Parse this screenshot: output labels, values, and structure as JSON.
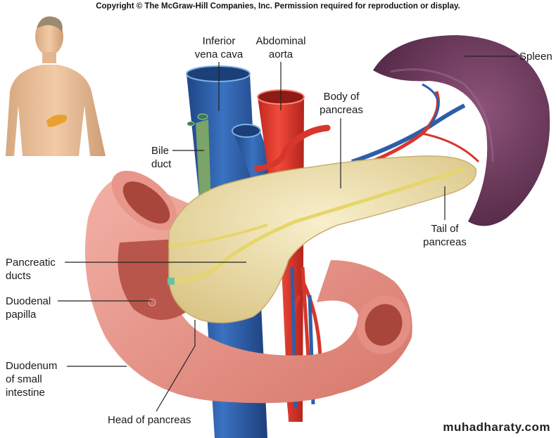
{
  "copyright": "Copyright © The McGraw-Hill Companies, Inc. Permission required for reproduction or display.",
  "watermark": "muhadharaty.com",
  "labels": {
    "ivc": [
      "Inferior",
      "vena cava"
    ],
    "aorta": [
      "Abdominal",
      "aorta"
    ],
    "body": [
      "Body of",
      "pancreas"
    ],
    "spleen": [
      "Spleen"
    ],
    "bile": [
      "Bile",
      "duct"
    ],
    "tail": [
      "Tail of",
      "pancreas"
    ],
    "ducts": [
      "Pancreatic",
      "ducts"
    ],
    "papilla": [
      "Duodenal",
      "papilla"
    ],
    "duodenum": [
      "Duodenum",
      "of small",
      "intestine"
    ],
    "head": [
      "Head of pancreas"
    ]
  },
  "colors": {
    "vein": "#2d5fa8",
    "artery": "#d8362c",
    "pancreas": "#efe2b0",
    "duodenum": "#e8958a",
    "spleen": "#6e3a5e",
    "bile_duct": "#7aa468",
    "duct": "#e6d66a"
  }
}
